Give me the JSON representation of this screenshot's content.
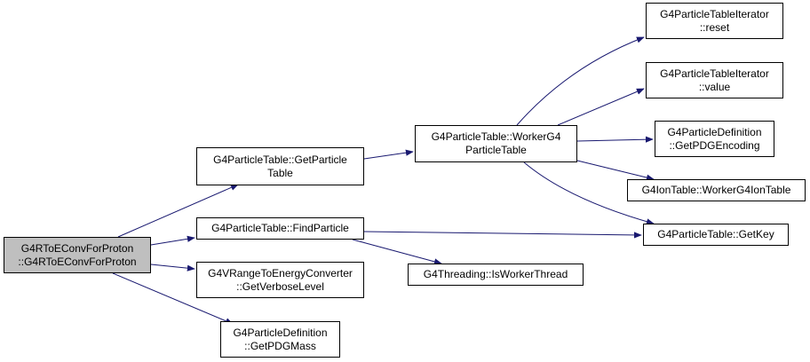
{
  "colors": {
    "edge": "#191970",
    "root_fill": "#bfbfbf",
    "node_border": "#000000"
  },
  "nodes": {
    "root": {
      "lines": [
        "G4RToEConvForProton",
        "::G4RToEConvForProton"
      ]
    },
    "get_particle_table": {
      "lines": [
        "G4ParticleTable::GetParticle",
        "Table"
      ]
    },
    "find_particle": {
      "lines": [
        "G4ParticleTable::FindParticle"
      ]
    },
    "get_verbose_level": {
      "lines": [
        "G4VRangeToEnergyConverter",
        "::GetVerboseLevel"
      ]
    },
    "get_pdg_mass": {
      "lines": [
        "G4ParticleDefinition",
        "::GetPDGMass"
      ]
    },
    "worker_g4_particle_table": {
      "lines": [
        "G4ParticleTable::WorkerG4",
        "ParticleTable"
      ]
    },
    "is_worker_thread": {
      "lines": [
        "G4Threading::IsWorkerThread"
      ]
    },
    "iterator_reset": {
      "lines": [
        "G4ParticleTableIterator",
        "::reset"
      ]
    },
    "iterator_value": {
      "lines": [
        "G4ParticleTableIterator",
        "::value"
      ]
    },
    "get_pdg_encoding": {
      "lines": [
        "G4ParticleDefinition",
        "::GetPDGEncoding"
      ]
    },
    "worker_g4_ion_table": {
      "lines": [
        "G4IonTable::WorkerG4IonTable"
      ]
    },
    "get_key": {
      "lines": [
        "G4ParticleTable::GetKey"
      ]
    }
  }
}
